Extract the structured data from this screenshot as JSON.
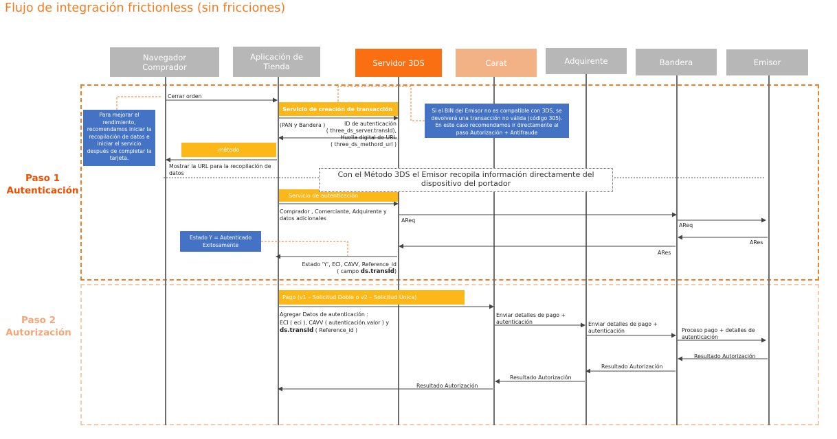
{
  "title": "Flujo de integración frictionless (sin fricciones)",
  "actors": {
    "navegador": "Navegador\nComprador",
    "tienda": "Aplicación de\nTienda",
    "servidor3ds": "Servidor 3DS",
    "carat": "Carat",
    "adquirente": "Adquirente",
    "bandera": "Bandera",
    "emisor": "Emisor"
  },
  "steps": {
    "paso1": "Paso 1\nAutenticación",
    "paso2": "Paso 2\nAutorización"
  },
  "notes": {
    "rendimiento": "Para mejorar el rendimiento, recomendamos iniciar la recopilación de datos e iniciar el servicio después de completar la tarjeta.",
    "bin": "Si el BIN del Emisor no es compatible con 3DS, se devolverá una transacción no válida (código 305). En este caso recomendamos ir directamente al paso Autorización + Antifraude",
    "estado_y": "Estado Y = Autenticado Exitosamente",
    "metodo_3ds": "Con el Método 3DS el Emisor recopila información directamente del dispositivo del portador"
  },
  "bars": {
    "creacion": "Servicio de creación de transacción",
    "metodo": "método",
    "autenticacion": "Servicio de autenticación",
    "pago": "Pago (v1 – Solicitud Doble o v2 – Solicitud Única)"
  },
  "messages": {
    "cerrar_orden": "Cerrar orden",
    "pan_bandera": "(PAN y Bandera )",
    "id_auth_1": "ID de autenticación",
    "id_auth_2": "( three_ds_server.transId),",
    "id_auth_3": "Huella digital de URL",
    "id_auth_4": "( three_ds_methord_url )",
    "mostrar_url_1": "Mostrar la URL para la recopilación de",
    "mostrar_url_2": "datos",
    "comprador_1": "Comprador , Comerciante, Adquirente y",
    "comprador_2": "datos adicionales",
    "areq_1": "AReq",
    "areq_2": "AReq",
    "ares_1": "ARes",
    "ares_2": "ARes",
    "estado_1": "Estado ‘Y’, ECI, CAVV, Reference_id",
    "estado_2a": "( campo ",
    "estado_2b": "ds.transId",
    "estado_2c": ")",
    "agregar_1": "Agregar Datos de autenticación :",
    "agregar_2": "ECI ( eci ), CAVV ( autenticación.valor ) y",
    "agregar_3a": "ds.transId",
    "agregar_3b": " ( Reference_id )",
    "enviar_carat_1": "Enviar detalles de pago +",
    "enviar_carat_2": "autenticación",
    "enviar_adq_1": "Enviar detalles de pago +",
    "enviar_adq_2": "autenticación",
    "proceso_1": "Proceso pago + detalles de",
    "proceso_2": "autenticación",
    "resultado_emisor": "Resultado Autorización",
    "resultado_bandera": "Resultado Autorización",
    "resultado_adq": "Resultado Autorización",
    "resultado_carat": "Resultado Autorización"
  },
  "colors": {
    "accent": "#f47b20",
    "actor_gray": "#b7b7b7",
    "servidor": "#f96f12",
    "carat": "#f3b186",
    "note_blue": "#4472c4",
    "bar_yellow": "#fbb818"
  }
}
